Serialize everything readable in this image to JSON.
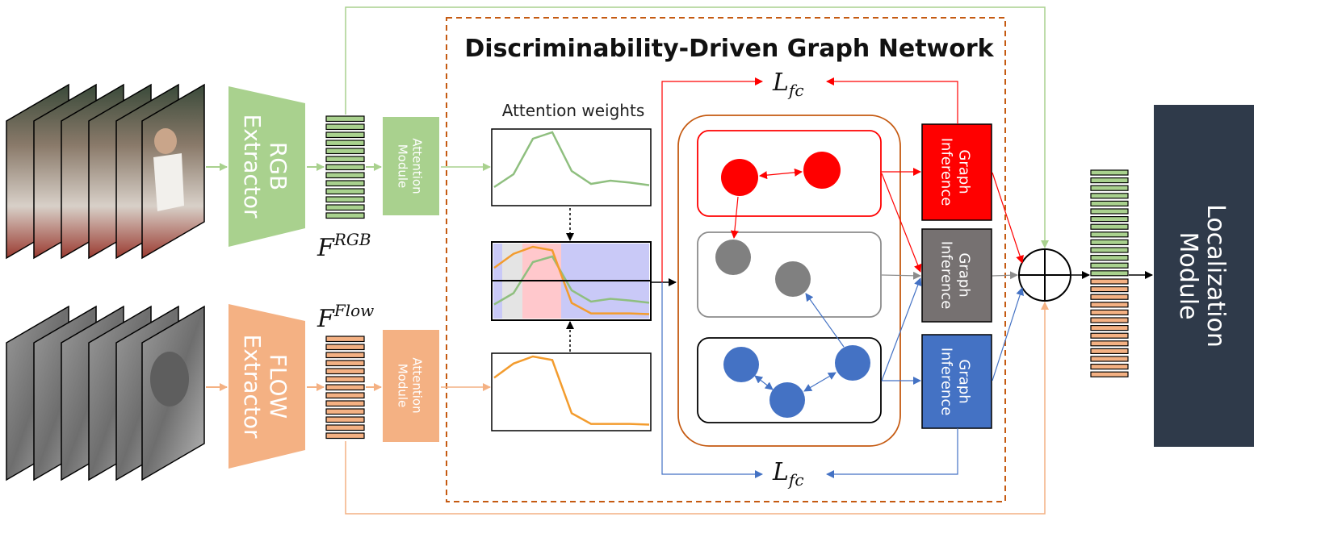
{
  "title": "Discriminability-Driven Graph Network",
  "rgb_extractor": "RGB\nExtractor",
  "flow_extractor": "FLOW\nExtractor",
  "attention_module": "Attention\nModule",
  "attention_weights": "Attention weights",
  "feature_rgb": {
    "base": "F",
    "sup": "RGB"
  },
  "feature_flow": {
    "base": "F",
    "sup": "Flow"
  },
  "loss": {
    "base": "L",
    "sub": "fc"
  },
  "graph_inference": "Graph\nInference",
  "localization_module": "Localization\nModule",
  "colors": {
    "rgb": "#a9d18e",
    "flow": "#f4b183",
    "red": "#ff0000",
    "gray": "#767171",
    "blue": "#4472c4",
    "loc": "#2f3a4a",
    "dash_border": "#c55a11"
  },
  "chart_data": [
    {
      "type": "line",
      "series": [
        {
          "values": [
            0.15,
            0.35,
            0.9,
            1.0,
            0.4,
            0.2,
            0.25,
            0.22,
            0.18
          ]
        }
      ]
    },
    {
      "type": "line",
      "series": [
        {
          "values": [
            0.7,
            0.9,
            1.0,
            0.95,
            0.2,
            0.05,
            0.05,
            0.05,
            0.04
          ]
        }
      ]
    }
  ]
}
